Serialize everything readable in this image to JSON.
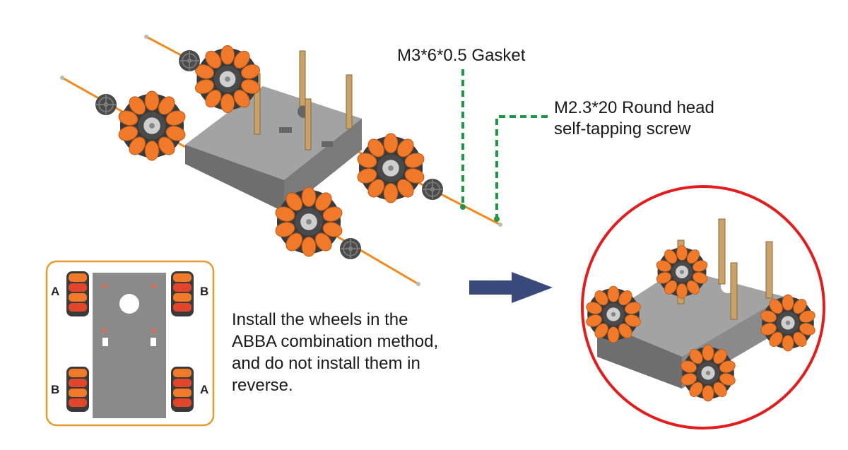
{
  "callouts": {
    "gasket": "M3*6*0.5 Gasket",
    "screw_line1": "M2.3*20 Round head",
    "screw_line2": "self-tapping screw"
  },
  "instruction": {
    "line1": "Install the wheels in the",
    "line2": "ABBA combination method,",
    "line3": "and do not install them in",
    "line4": "reverse."
  },
  "wheel_labels": {
    "top_left": "A",
    "top_right": "B",
    "bottom_left": "B",
    "bottom_right": "A"
  },
  "colors": {
    "wheel_orange": "#f07a2a",
    "chassis_gray": "#7c7c7c",
    "callout_green": "#1f9a44",
    "arrow_navy": "#3a4a7a",
    "inset_border": "#e89a2e",
    "result_circle": "#e11d1d"
  }
}
